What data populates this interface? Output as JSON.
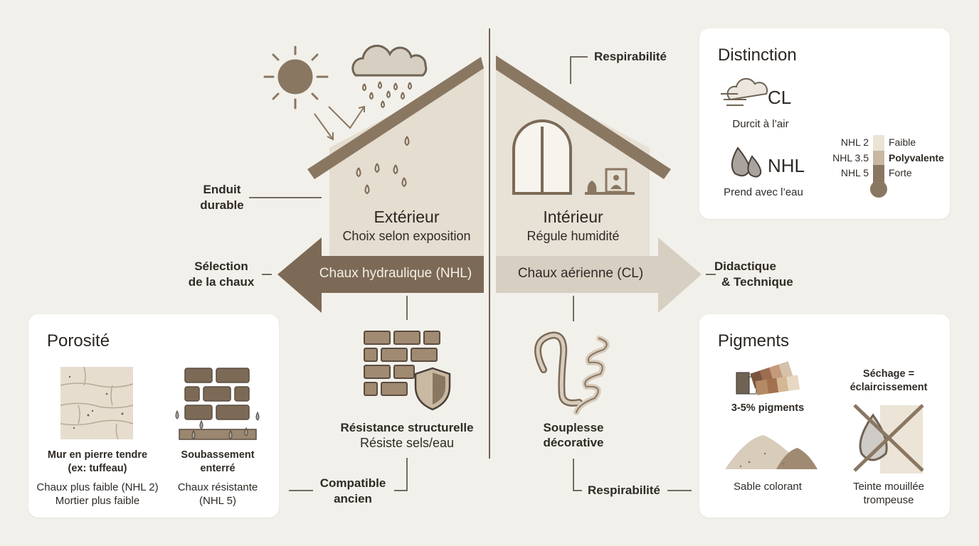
{
  "exterior": {
    "title": "Extérieur",
    "subtitle": "Choix selon exposition",
    "arrow_label": "Chaux hydraulique (NHL)",
    "label_enduit": [
      "Enduit",
      "durable"
    ],
    "label_selection": [
      "Sélection",
      "de la chaux"
    ],
    "brick_caption": [
      "Résistance structurelle",
      "Résiste sels/eau"
    ],
    "label_compatible": [
      "Compatible",
      "ancien"
    ]
  },
  "interior": {
    "title": "Intérieur",
    "subtitle": "Régule humidité",
    "arrow_label": "Chaux aérienne (CL)",
    "label_respirabilite_top": "Respirabilité",
    "label_didactique": [
      "Didactique",
      "& Technique"
    ],
    "spring_caption": [
      "Souplesse",
      "décorative"
    ],
    "label_respirabilite_bottom": "Respirabilité"
  },
  "distinction": {
    "title": "Distinction",
    "cl_label": "CL",
    "cl_caption": "Durcit à l’air",
    "nhl_label": "NHL",
    "nhl_caption": "Prend avec l’eau",
    "scale": [
      {
        "grade": "NHL 2",
        "strength": "Faible"
      },
      {
        "grade": "NHL 3.5",
        "strength": "Polyvalente"
      },
      {
        "grade": "NHL 5",
        "strength": "Forte"
      }
    ]
  },
  "porosite": {
    "title": "Porosité",
    "item1_title": [
      "Mur en pierre tendre",
      "(ex: tuffeau)"
    ],
    "item1_desc": [
      "Chaux plus faible (NHL 2)",
      "Mortier plus faible"
    ],
    "item2_title": [
      "Soubassement",
      "enterré"
    ],
    "item2_desc": [
      "Chaux résistante",
      "(NHL 5)"
    ]
  },
  "pigments": {
    "title": "Pigments",
    "pct_label": "3-5% pigments",
    "sable_label": "Sable colorant",
    "sechage_label": [
      "Séchage =",
      "éclaircissement"
    ],
    "teinte_label": [
      "Teinte mouillée",
      "trompeuse"
    ]
  },
  "colors": {
    "background": "#f2f0ea",
    "dark_brown": "#7c6a56",
    "light_beige": "#d7cfc2",
    "roof": "#8a7762",
    "card": "#ffffff"
  }
}
